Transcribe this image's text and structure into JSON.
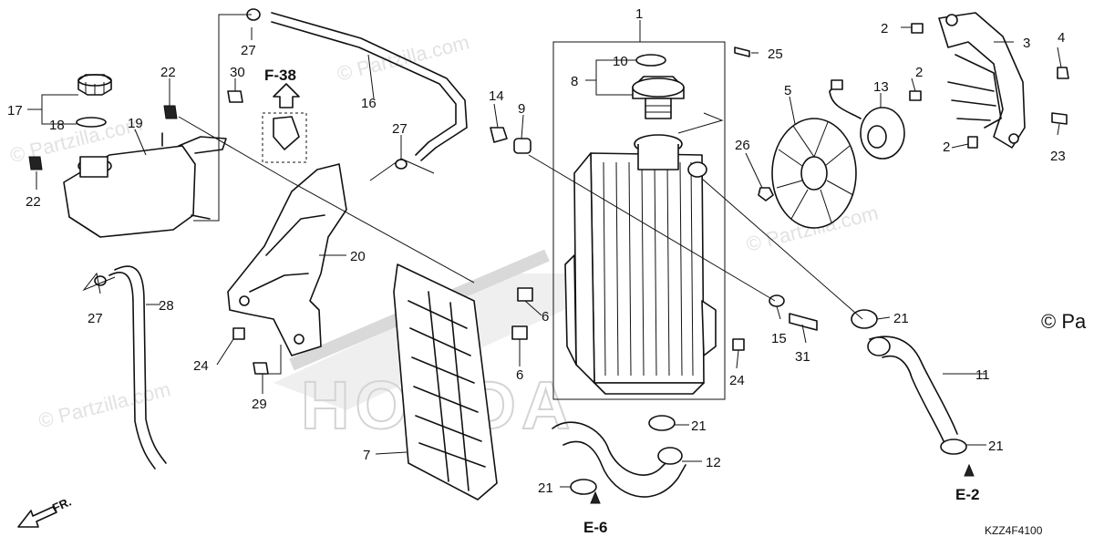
{
  "watermark": {
    "text": "© Partzilla.com",
    "corner_copyright": "© Pa"
  },
  "diagram_code": "KZZ4F4100",
  "front_arrow_label": "FR.",
  "background_brand": "HONDA",
  "ref_labels": {
    "f38": "F-38",
    "e6": "E-6",
    "e2": "E-2"
  },
  "callouts": {
    "n1": "1",
    "n2a": "2",
    "n2b": "2",
    "n2c": "2",
    "n3": "3",
    "n4": "4",
    "n5": "5",
    "n6a": "6",
    "n6b": "6",
    "n7": "7",
    "n8": "8",
    "n9": "9",
    "n10": "10",
    "n11": "11",
    "n12": "12",
    "n13": "13",
    "n14": "14",
    "n15": "15",
    "n16": "16",
    "n17": "17",
    "n18": "18",
    "n19": "19",
    "n20": "20",
    "n21a": "21",
    "n21b": "21",
    "n21c": "21",
    "n21d": "21",
    "n22a": "22",
    "n22b": "22",
    "n23": "23",
    "n24a": "24",
    "n24b": "24",
    "n25": "25",
    "n26": "26",
    "n27a": "27",
    "n27b": "27",
    "n27c": "27",
    "n28": "28",
    "n29": "29",
    "n30": "30",
    "n31": "31"
  }
}
